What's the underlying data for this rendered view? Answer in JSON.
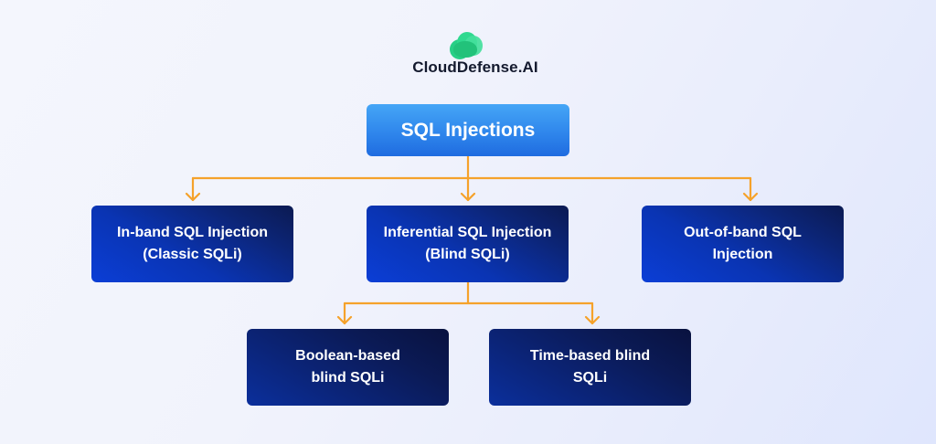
{
  "brand": {
    "name": "CloudDefense.AI",
    "logo_icon": "green-cloud-circles-icon",
    "logo_colors": [
      "#27cf86",
      "#2fd98f",
      "#44e09c",
      "#22c27a"
    ]
  },
  "diagram": {
    "connector_color": "#f5a22b",
    "root": {
      "label": "SQL Injections",
      "color_top": "#45a6f6",
      "color_bottom": "#1f6ce0"
    },
    "categories": [
      {
        "line1": "In-band SQL Injection",
        "line2": "(Classic SQLi)"
      },
      {
        "line1": "Inferential SQL Injection",
        "line2": "(Blind SQLi)"
      },
      {
        "line1": "Out-of-band SQL",
        "line2": "Injection"
      }
    ],
    "subcategories_of": "Inferential SQL Injection (Blind SQLi)",
    "subcategories": [
      {
        "line1": "Boolean-based",
        "line2": "blind SQLi"
      },
      {
        "line1": "Time-based blind",
        "line2": "SQLi"
      }
    ]
  }
}
